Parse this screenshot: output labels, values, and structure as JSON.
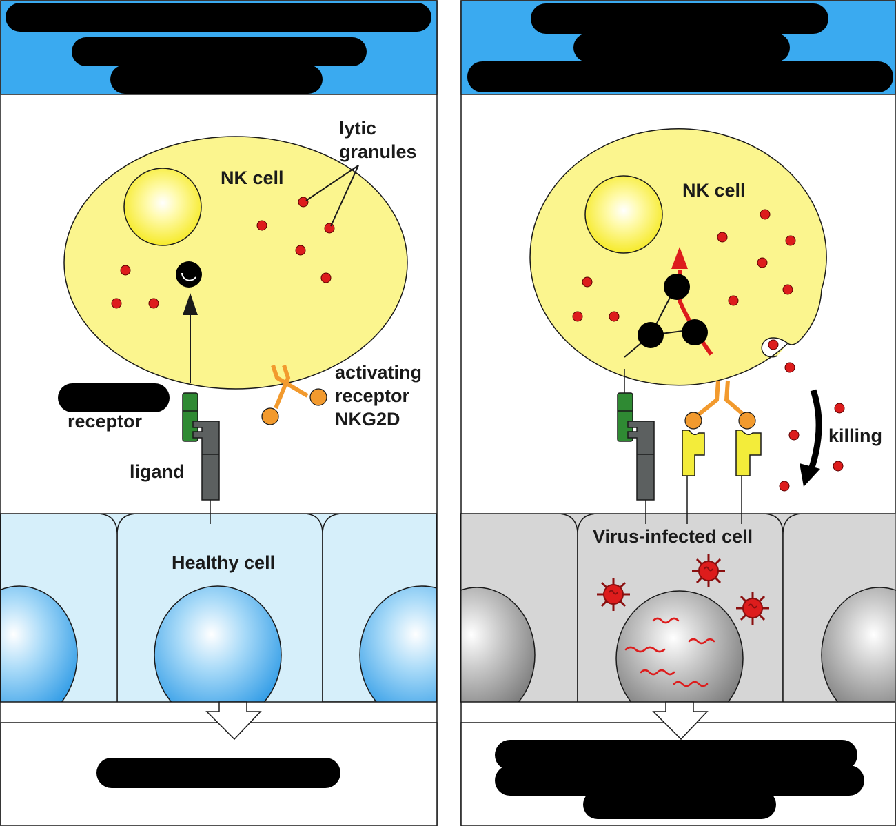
{
  "colors": {
    "header_blue": "#3aaaf0",
    "nk_yellow": "#fbf58e",
    "nucleus_highlight": "#ffffff",
    "granule_red": "#dd1c1c",
    "healthy_tissue": "#d6effa",
    "healthy_nucleus": "#5ab4ee",
    "infected_tissue": "#d6d6d6",
    "infected_nucleus": "#8c8c8c",
    "inhibitory_receptor": "#2f8a33",
    "ligand": "#5c6060",
    "nkg2d": "#f29a2e",
    "stress_ligand": "#f3ec3a",
    "redacted": "#000000"
  },
  "left_panel": {
    "nk_cell_label": "NK cell",
    "granules_label_line1": "lytic",
    "granules_label_line2": "granules",
    "activating_line1": "activating",
    "activating_line2": "receptor",
    "activating_line3": "NKG2D",
    "receptor_label": "receptor",
    "ligand_label": "ligand",
    "target_label": "Healthy cell"
  },
  "right_panel": {
    "nk_cell_label": "NK cell",
    "killing_label": "killing",
    "target_label": "Virus-infected cell"
  }
}
